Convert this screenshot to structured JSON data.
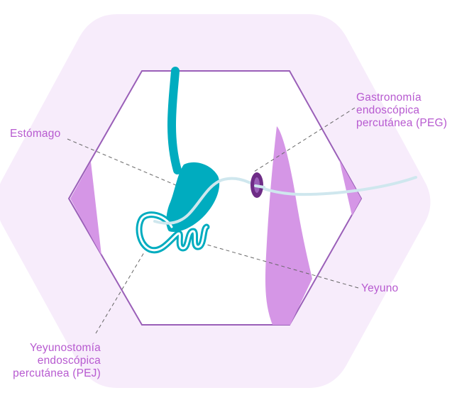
{
  "labels": {
    "stomach": "Estómago",
    "peg": [
      "Gastronomía",
      "endoscópica",
      "percutánea (PEG)"
    ],
    "jejunum": "Yeyuno",
    "pej": [
      "Yeyunostomía",
      "endoscópica",
      "percutánea (PEJ)"
    ]
  },
  "colors": {
    "hexagon_bg": "#f7ecfb",
    "hexagon_outline": "#9a5fb8",
    "abdominal_wall": "#d596e6",
    "stomach": "#00acbf",
    "tube": "#cfe7ee",
    "port": "#6e2c86",
    "label_text": "#b75ad0",
    "leader_line": "#666666"
  }
}
